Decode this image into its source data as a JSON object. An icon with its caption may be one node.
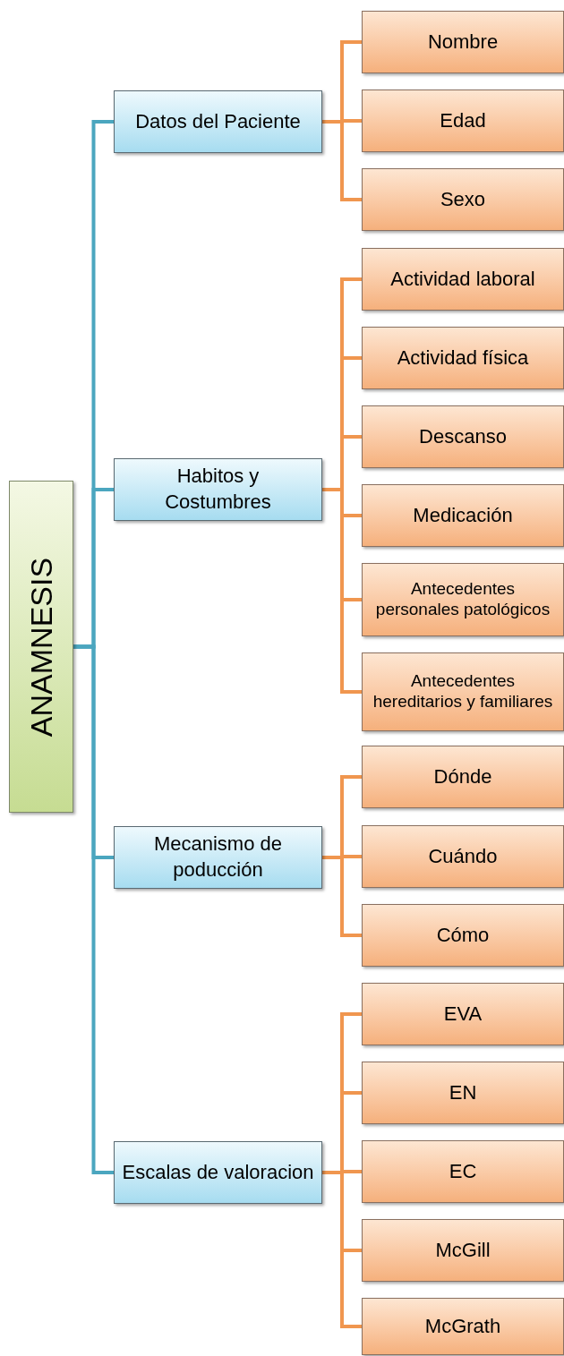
{
  "diagram": {
    "nodes": [
      {
        "text": [
          "ANAMNESIS"
        ]
      },
      {
        "text": [
          "Datos del Paciente"
        ]
      },
      {
        "text": [
          "Nombre"
        ]
      },
      {
        "text": [
          "Edad"
        ]
      },
      {
        "text": [
          "Sexo"
        ]
      },
      {
        "text": [
          "Habitos y Costumbres"
        ]
      },
      {
        "text": [
          "Actividad laboral"
        ]
      },
      {
        "text": [
          "Actividad física"
        ]
      },
      {
        "text": [
          "Descanso"
        ]
      },
      {
        "text": [
          "Medicación"
        ]
      },
      {
        "text": [
          "Antecedentes personales patológicos"
        ]
      },
      {
        "text": [
          "Antecedentes hereditarios y familiares"
        ]
      },
      {
        "text": [
          "Mecanismo de poducción"
        ]
      },
      {
        "text": [
          "Dónde"
        ]
      },
      {
        "text": [
          "Cuándo"
        ]
      },
      {
        "text": [
          "Cómo"
        ]
      },
      {
        "text": [
          "Escalas de valoracion"
        ]
      },
      {
        "text": [
          "EVA"
        ]
      },
      {
        "text": [
          "EN"
        ]
      },
      {
        "text": [
          "EC"
        ]
      },
      {
        "text": [
          "McGill"
        ]
      },
      {
        "text": [
          "McGrath"
        ]
      }
    ],
    "edges": [
      {
        "from": 0,
        "to": 1,
        "arrow": "none",
        "color": "#4ba6bf"
      },
      {
        "from": 0,
        "to": 5,
        "arrow": "none",
        "color": "#4ba6bf"
      },
      {
        "from": 0,
        "to": 12,
        "arrow": "none",
        "color": "#4ba6bf"
      },
      {
        "from": 0,
        "to": 16,
        "arrow": "none",
        "color": "#4ba6bf"
      },
      {
        "from": 1,
        "to": 2,
        "arrow": "none"
      },
      {
        "from": 1,
        "to": 3,
        "arrow": "none"
      },
      {
        "from": 1,
        "to": 4,
        "arrow": "none"
      },
      {
        "from": 5,
        "to": 6,
        "arrow": "none"
      },
      {
        "from": 5,
        "to": 7,
        "arrow": "none"
      },
      {
        "from": 5,
        "to": 8,
        "arrow": "none"
      },
      {
        "from": 5,
        "to": 9,
        "arrow": "none"
      },
      {
        "from": 5,
        "to": 10,
        "arrow": "none"
      },
      {
        "from": 5,
        "to": 11,
        "arrow": "none"
      },
      {
        "from": 12,
        "to": 13,
        "arrow": "none"
      },
      {
        "from": 12,
        "to": 14,
        "arrow": "none"
      },
      {
        "from": 12,
        "to": 15,
        "arrow": "none"
      },
      {
        "from": 16,
        "to": 17,
        "arrow": "none"
      },
      {
        "from": 16,
        "to": 18,
        "arrow": "none"
      },
      {
        "from": 16,
        "to": 19,
        "arrow": "none"
      },
      {
        "from": 16,
        "to": 20,
        "arrow": "none"
      },
      {
        "from": 16,
        "to": 21,
        "arrow": "none"
      }
    ]
  }
}
